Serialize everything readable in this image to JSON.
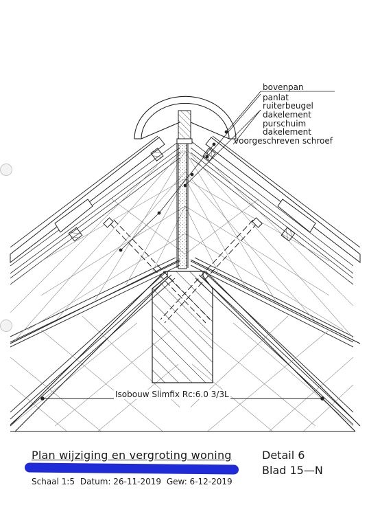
{
  "callouts": [
    "bovenpan",
    "panlat",
    "ruiterbeugel",
    "dakelement",
    "purschuim",
    "dakelement",
    "voorgeschreven schroef"
  ],
  "dimension_label": "Isobouw Slimfix Rc:6.0 3/3L",
  "title_block": {
    "title": "Plan wijziging en vergroting woning",
    "detail": "Detail 6",
    "sheet": "Blad 15—N",
    "scale": "Schaal 1:5",
    "date": "Datum: 26-11-2019",
    "weight": "Gew: 6-12-2019"
  },
  "colors": {
    "ink": "#1a1a1a",
    "redaction": "#1f2bd6"
  }
}
